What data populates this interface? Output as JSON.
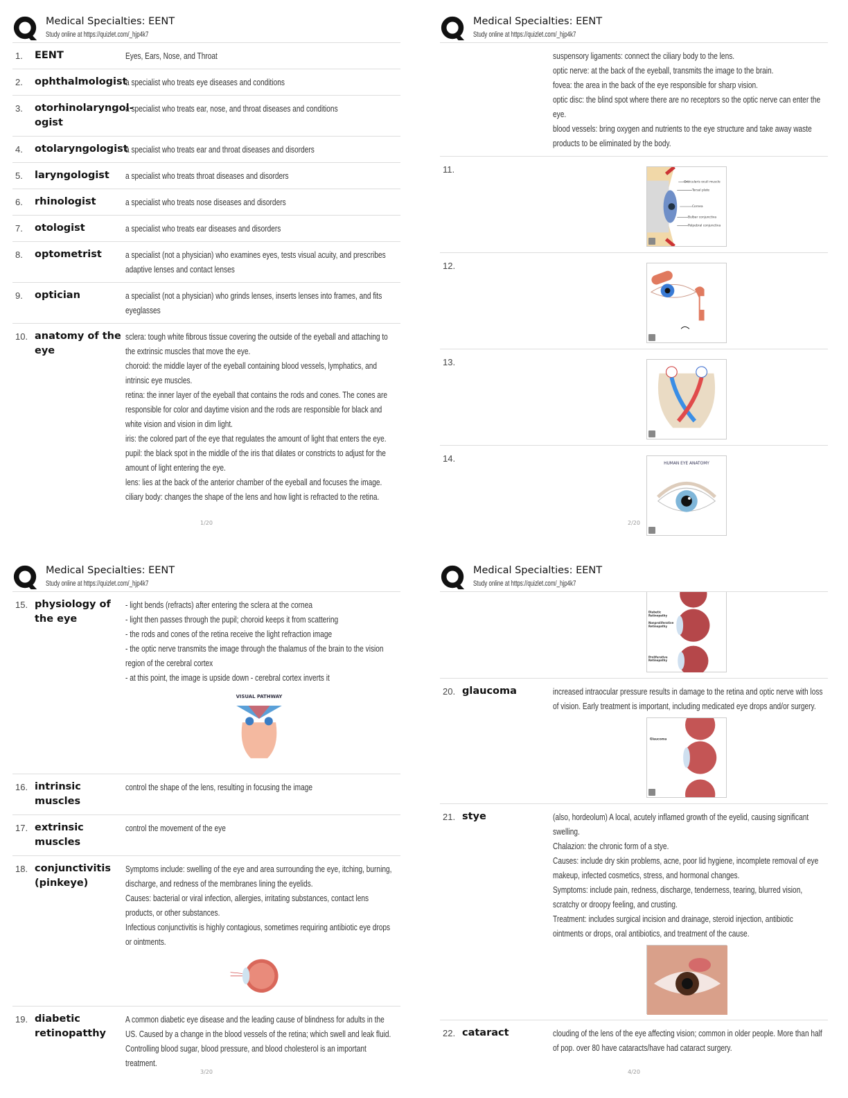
{
  "header": {
    "title": "Medical Specialties: EENT",
    "subtitle": "Study online at https://quizlet.com/_hjp4k7"
  },
  "pages": [
    {
      "page_number": "1/20",
      "rows": [
        {
          "num": "1.",
          "term": "EENT",
          "def": [
            "Eyes, Ears, Nose, and Throat"
          ]
        },
        {
          "num": "2.",
          "term": "ophthalmologist",
          "def": [
            "a specialist who treats eye diseases and conditions"
          ]
        },
        {
          "num": "3.",
          "term": "otorhinolaryngol-ogist",
          "def": [
            "a specialist who treats ear, nose, and throat diseases and conditions"
          ]
        },
        {
          "num": "4.",
          "term": "otolaryngologist",
          "def": [
            "a specialist who treats ear and throat diseases and disorders"
          ]
        },
        {
          "num": "5.",
          "term": "laryngologist",
          "def": [
            "a specialist who treats throat diseases and disorders"
          ]
        },
        {
          "num": "6.",
          "term": "rhinologist",
          "def": [
            "a specialist who treats nose diseases and disorders"
          ]
        },
        {
          "num": "7.",
          "term": "otologist",
          "def": [
            "a specialist who treats ear diseases and disorders"
          ]
        },
        {
          "num": "8.",
          "term": "optometrist",
          "def": [
            "a specialist (not a physician) who examines eyes, tests visual acuity, and prescribes adaptive lenses and contact lenses"
          ]
        },
        {
          "num": "9.",
          "term": "optician",
          "def": [
            "a specialist (not a physician) who grinds lenses, inserts lenses into frames, and fits eyeglasses"
          ]
        },
        {
          "num": "10.",
          "term": "anatomy of the eye",
          "def": [
            "sclera: tough white fibrous tissue covering the outside of the eyeball and attaching to the extrinsic muscles that move the eye.",
            "choroid: the middle layer of the eyeball containing blood vessels, lymphatics, and intrinsic eye muscles.",
            "retina: the inner layer of the eyeball that contains the rods and cones. The cones are responsible for color and daytime vision and the rods are responsible for black and white vision and vision in dim light.",
            "iris: the colored part of the eye that regulates the amount of light that enters the eye.",
            "pupil: the black spot in the middle of the iris that dilates or constricts to adjust for the amount of light entering the eye.",
            "lens: lies at the back of the anterior chamber of the eyeball and focuses the image.",
            "ciliary body: changes the shape of the lens and how light is refracted to the retina."
          ]
        }
      ]
    },
    {
      "page_number": "2/20",
      "rows": [
        {
          "num": "",
          "term": "",
          "def": [
            "suspensory ligaments: connect the ciliary body to the lens.",
            "optic nerve: at the back of the eyeball, transmits the image to the brain.",
            "fovea: the area in the back of the eye responsible for sharp vision.",
            "optic disc: the blind spot where there are no receptors so the optic nerve can enter the eye.",
            "blood vessels: bring oxygen and nutrients to the eye structure and take away waste products to be eliminated by the body."
          ]
        },
        {
          "num": "11.",
          "term": "",
          "def": [],
          "image": "eyelid-crosssection",
          "labels": [
            "Orbicularis oculi muscle",
            "Tarsal plate",
            "Cornea",
            "Bulbar conjunctiva",
            "Palpebral conjunctiva"
          ]
        },
        {
          "num": "12.",
          "term": "",
          "def": [],
          "image": "lacrimal-apparatus"
        },
        {
          "num": "13.",
          "term": "",
          "def": [],
          "image": "optic-chiasm"
        },
        {
          "num": "14.",
          "term": "",
          "def": [],
          "image": "human-eye-anatomy",
          "labels": [
            "HUMAN EYE ANATOMY"
          ]
        }
      ]
    },
    {
      "page_number": "3/20",
      "rows": [
        {
          "num": "15.",
          "term": "physiology of the eye",
          "def": [
            "- light bends (refracts) after entering the sclera at the cornea",
            "- light then passes through the pupil; choroid keeps it from scattering",
            "- the rods and cones of the retina receive the light refraction image",
            "- the optic nerve transmits the image through the thalamus of the brain to the vision region of the cerebral cortex",
            "- at this point, the image is upside down - cerebral cortex inverts it"
          ],
          "image": "visual-pathway",
          "labels": [
            "VISUAL PATHWAY"
          ]
        },
        {
          "num": "16.",
          "term": "intrinsic muscles",
          "def": [
            "control the shape of the lens, resulting in focusing the image"
          ]
        },
        {
          "num": "17.",
          "term": "extrinsic muscles",
          "def": [
            "control the movement of the eye"
          ]
        },
        {
          "num": "18.",
          "term": "conjunctivitis (pinkeye)",
          "def": [
            "Symptoms include: swelling of the eye and area surrounding the eye, itching, burning, discharge, and redness of the membranes lining the eyelids.",
            "Causes: bacterial or viral infection, allergies, irritating substances, contact lens products, or other substances.",
            "Infectious conjunctivitis is highly contagious, sometimes requiring antibiotic eye drops or ointments."
          ],
          "image": "eyeball-conjunctiva"
        },
        {
          "num": "19.",
          "term": "diabetic retinopatthy",
          "def": [
            "A common diabetic eye disease and the leading cause of blindness for adults in the US. Caused by a change in the blood vessels of the retina; which swell and leak fluid. Controlling blood sugar, blood pressure, and blood cholesterol is an important treatment."
          ]
        }
      ]
    },
    {
      "page_number": "4/20",
      "rows": [
        {
          "num": "",
          "term": "",
          "def": [],
          "image": "diabetic-retinopathy",
          "labels": [
            "Diabetic Retinopathy",
            "Nonproliferative Retinopathy",
            "Proliferative Retinopathy"
          ]
        },
        {
          "num": "20.",
          "term": "glaucoma",
          "def": [
            "increased intraocular pressure results in damage to the retina and optic nerve with loss of vision. Early treatment is important, including medicated eye drops and/or surgery."
          ],
          "image": "glaucoma",
          "labels": [
            "Glaucoma"
          ]
        },
        {
          "num": "21.",
          "term": "stye",
          "def": [
            "(also, hordeolum) A local, acutely inflamed growth of the eyelid, causing significant swelling.",
            "Chalazion: the chronic form of a stye.",
            "Causes: include dry skin problems, acne, poor lid hygiene, incomplete removal of eye makeup, infected cosmetics, stress, and hormonal changes.",
            "Symptoms: include pain, redness, discharge, tenderness, tearing, blurred vision, scratchy or droopy feeling, and crusting.",
            "Treatment: includes surgical incision and drainage, steroid injection, antibiotic ointments or drops, oral antibiotics, and treatment of the cause."
          ],
          "image": "stye-photo"
        },
        {
          "num": "22.",
          "term": "cataract",
          "def": [
            "clouding of the lens of the eye affecting vision; common in older people. More than half of pop. over 80 have cataracts/have had cataract surgery."
          ]
        }
      ]
    }
  ]
}
